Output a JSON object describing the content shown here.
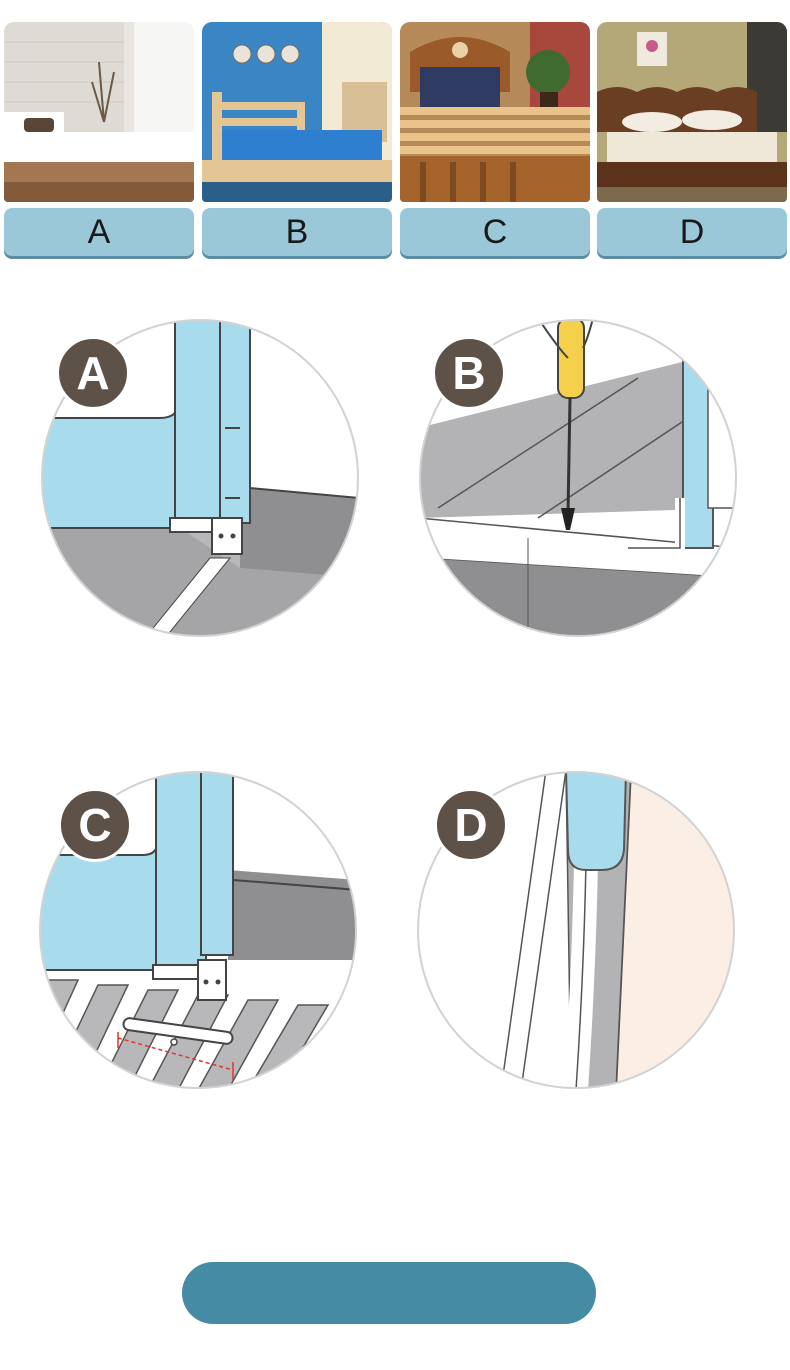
{
  "bed_options": [
    {
      "label": "A",
      "illustration": "platform-bed-photo"
    },
    {
      "label": "B",
      "illustration": "wooden-slat-bed-photo"
    },
    {
      "label": "C",
      "illustration": "carved-wood-bed-photo"
    },
    {
      "label": "D",
      "illustration": "leather-bed-photo"
    }
  ],
  "install_steps": [
    {
      "badge": "A",
      "illustration": "rail-bracket-on-bed-frame"
    },
    {
      "badge": "B",
      "illustration": "screwdriver-fixing-rail"
    },
    {
      "badge": "C",
      "illustration": "rail-bracket-on-slats-with-measure"
    },
    {
      "badge": "D",
      "illustration": "rail-against-wall-closeup"
    }
  ],
  "colors": {
    "label_bg": "#9ac8d8",
    "badge_bg": "#5e5248",
    "rail_blue": "#a8dcec",
    "button_bg": "#468ba4",
    "measure_red": "#e0362c"
  },
  "bottom_button": {
    "label": ""
  }
}
